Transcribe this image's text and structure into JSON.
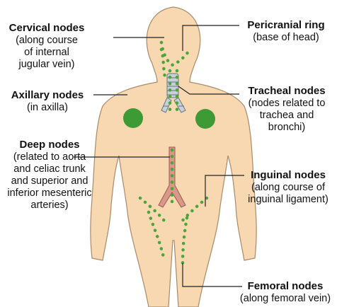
{
  "labels": {
    "cervical": {
      "title": "Cervical nodes",
      "desc": [
        "(along course",
        "of internal",
        "jugular vein)"
      ]
    },
    "pericranial": {
      "title": "Pericranial ring",
      "desc": [
        "(base of head)"
      ]
    },
    "axillary": {
      "title": "Axillary nodes",
      "desc": [
        "(in axilla)"
      ]
    },
    "tracheal": {
      "title": "Tracheal nodes",
      "desc": [
        "(nodes related to",
        "trachea and",
        "bronchi)"
      ]
    },
    "deep": {
      "title": "Deep nodes",
      "desc": [
        "(related to aorta",
        "and celiac trunk",
        "and superior and",
        "inferior mesenteric",
        "arteries)"
      ]
    },
    "inguinal": {
      "title": "Inguinal nodes",
      "desc": [
        "(along course of",
        "inguinal ligament)"
      ]
    },
    "femoral": {
      "title": "Femoral nodes",
      "desc": [
        "(along femoral vein)"
      ]
    }
  },
  "colors": {
    "skin": "#f8d8b0",
    "skin_outline": "#a88a6a",
    "node": "#3e9a34",
    "node_dot": "#4aa53b",
    "aorta": "#d9988a",
    "trachea": "#c8d0d8",
    "leader": "#222222"
  }
}
